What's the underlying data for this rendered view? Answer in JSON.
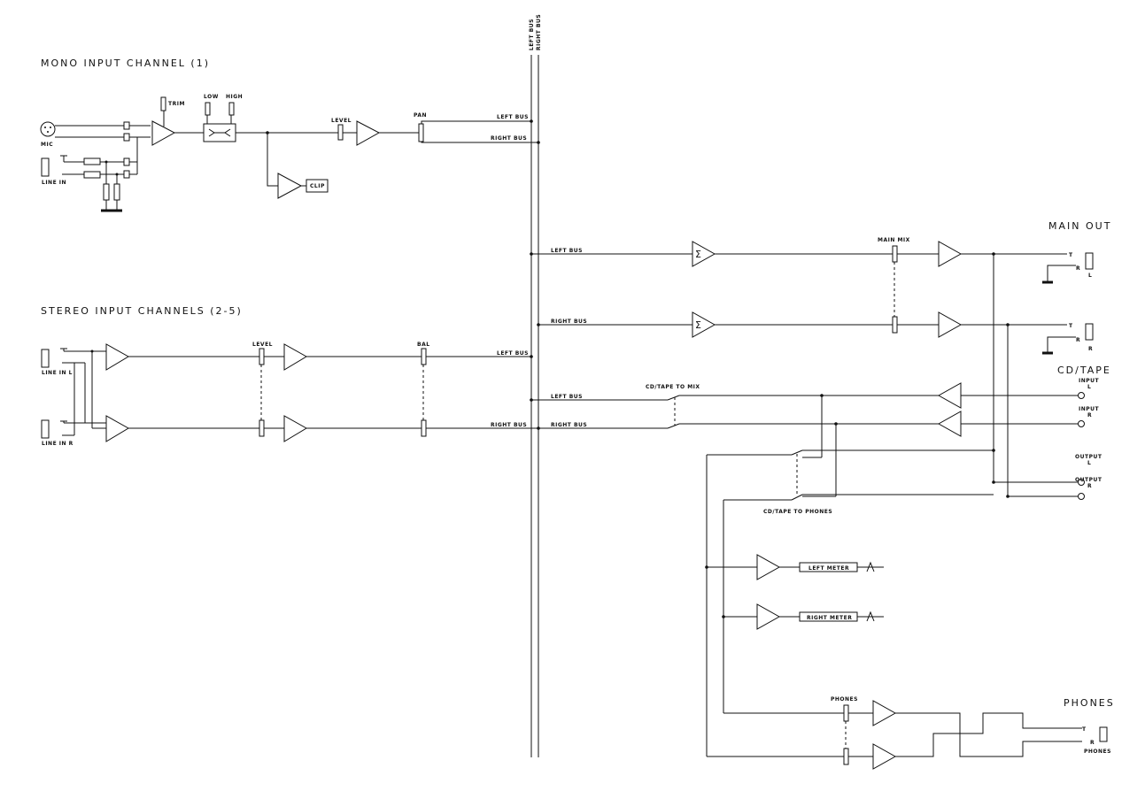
{
  "bus_labels": {
    "left_bus": "LEFT BUS",
    "right_bus": "RIGHT BUS"
  },
  "sections": {
    "mono": "MONO INPUT CHANNEL (1)",
    "stereo": "STEREO INPUT CHANNELS (2-5)",
    "main_out": "MAIN OUT",
    "cd_tape": "CD/TAPE",
    "phones": "PHONES"
  },
  "mono": {
    "trim": "TRIM",
    "low": "LOW",
    "high": "HIGH",
    "mic": "MIC",
    "line_in": "LINE IN",
    "level": "LEVEL",
    "pan": "PAN",
    "clip": "CLIP",
    "left_bus": "LEFT BUS",
    "right_bus": "RIGHT BUS"
  },
  "stereo": {
    "line_in_l": "LINE IN L",
    "line_in_r": "LINE IN R",
    "level": "LEVEL",
    "bal": "BAL",
    "left_bus": "LEFT BUS",
    "right_bus": "RIGHT BUS"
  },
  "master": {
    "left_bus": "LEFT BUS",
    "right_bus": "RIGHT BUS",
    "main_mix": "MAIN MIX",
    "sigma": "Σ",
    "jack_l": "L",
    "jack_r": "R"
  },
  "cd": {
    "left_bus": "LEFT BUS",
    "right_bus": "RIGHT BUS",
    "to_mix": "CD/TAPE TO MIX",
    "to_phones": "CD/TAPE TO PHONES",
    "input": "INPUT",
    "output": "OUTPUT",
    "l": "L",
    "r": "R"
  },
  "meters": {
    "left": "LEFT METER",
    "right": "RIGHT METER"
  },
  "phones": {
    "label": "PHONES",
    "jack": "PHONES"
  },
  "jack_letters": {
    "tip": "T",
    "ring": "R"
  }
}
